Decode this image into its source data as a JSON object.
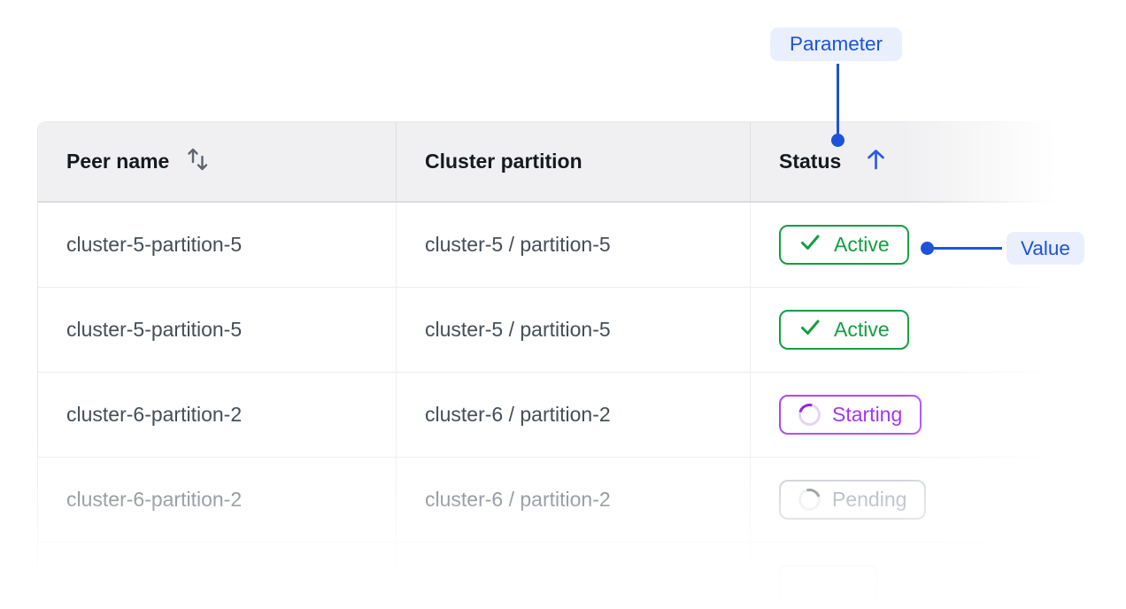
{
  "annotations": {
    "parameter_label": "Parameter",
    "value_label": "Value"
  },
  "table": {
    "columns": [
      {
        "label": "Peer name",
        "sort_icon": "sort-arrows-icon",
        "sorted": "none"
      },
      {
        "label": "Cluster partition"
      },
      {
        "label": "Status",
        "sort_icon": "arrow-up-icon",
        "sorted": "ascending"
      }
    ],
    "rows": [
      {
        "peer_name": "cluster-5-partition-5",
        "cluster_partition": "cluster-5 / partition-5",
        "status": {
          "label": "Active",
          "state": "active",
          "icon": "check-icon"
        }
      },
      {
        "peer_name": "cluster-5-partition-5",
        "cluster_partition": "cluster-5 / partition-5",
        "status": {
          "label": "Active",
          "state": "active",
          "icon": "check-icon"
        }
      },
      {
        "peer_name": "cluster-6-partition-2",
        "cluster_partition": "cluster-6 / partition-2",
        "status": {
          "label": "Starting",
          "state": "starting",
          "icon": "spinner-icon"
        }
      },
      {
        "peer_name": "cluster-6-partition-2",
        "cluster_partition": "cluster-6 / partition-2",
        "status": {
          "label": "Pending",
          "state": "pending",
          "icon": "spinner-icon"
        }
      },
      {
        "peer_name": "",
        "cluster_partition": "",
        "status": {
          "label": "",
          "state": "ghost"
        }
      }
    ]
  },
  "colors": {
    "accent_blue": "#1d53da",
    "annotation_bg": "#e9effc",
    "active_green": "#129e41",
    "starting_purple": "#a649f6",
    "pending_gray": "#8b939e",
    "header_bg": "#f0f0f2"
  }
}
